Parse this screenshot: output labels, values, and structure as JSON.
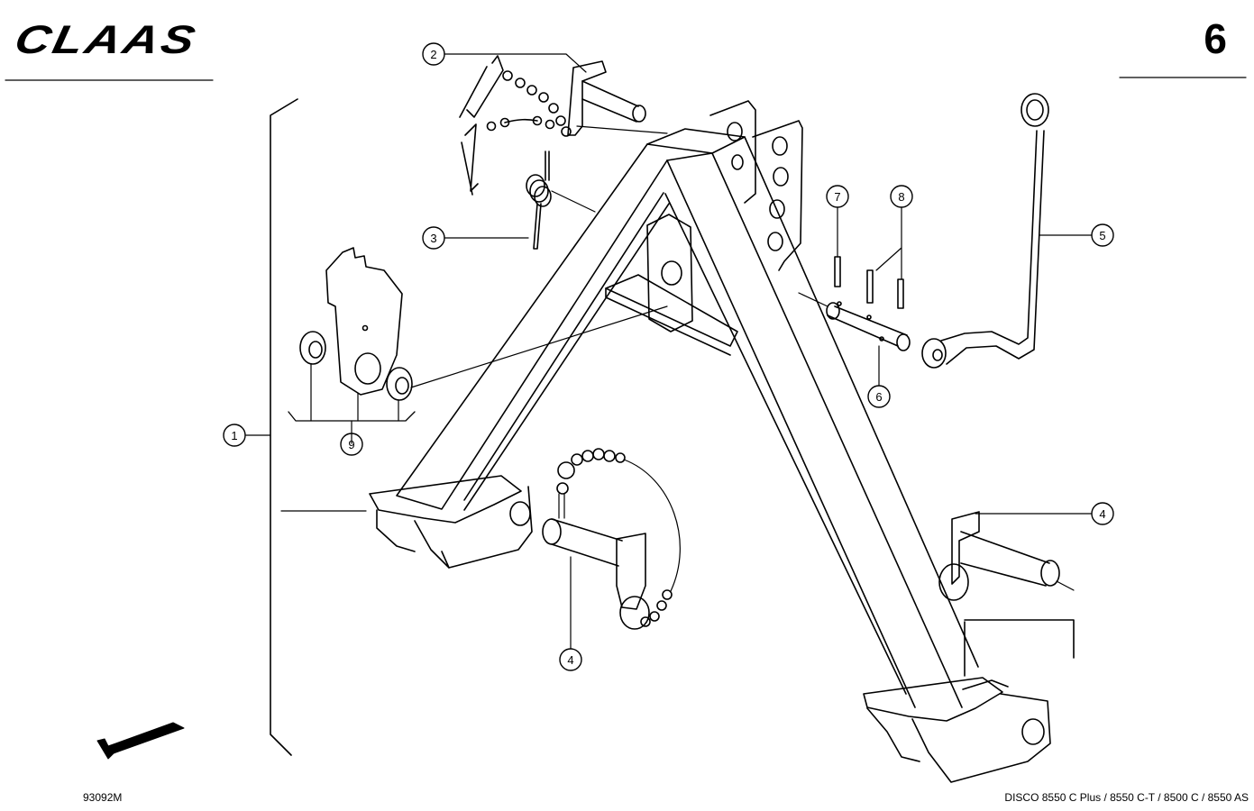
{
  "header": {
    "brand": "CLAAS",
    "page_number": "6"
  },
  "footer": {
    "drawing_code": "93092M",
    "model_line": "DISCO 8550 C Plus / 8550 C-T / 8500 C / 8550 AS"
  },
  "colors": {
    "ink": "#000000",
    "paper": "#ffffff"
  },
  "callouts": [
    {
      "id": "c1",
      "label": "1"
    },
    {
      "id": "c2",
      "label": "2"
    },
    {
      "id": "c3",
      "label": "3"
    },
    {
      "id": "c4a",
      "label": "4"
    },
    {
      "id": "c4b",
      "label": "4"
    },
    {
      "id": "c5",
      "label": "5"
    },
    {
      "id": "c6",
      "label": "6"
    },
    {
      "id": "c7",
      "label": "7"
    },
    {
      "id": "c8",
      "label": "8"
    },
    {
      "id": "c9",
      "label": "9"
    }
  ],
  "icons": {
    "direction_arrow": "arrow-left-down-icon"
  }
}
